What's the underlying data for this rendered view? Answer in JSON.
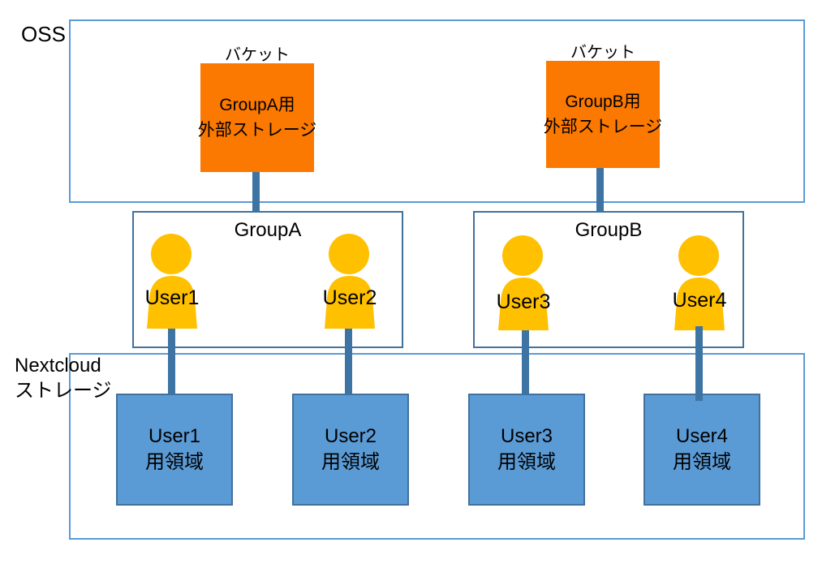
{
  "oss": {
    "label": "OSS"
  },
  "nextcloud": {
    "label_line1": "Nextcloud",
    "label_line2": "ストレージ"
  },
  "buckets": [
    {
      "caption": "バケット",
      "line1": "GroupA用",
      "line2": "外部ストレージ"
    },
    {
      "caption": "バケット",
      "line1": "GroupB用",
      "line2": "外部ストレージ"
    }
  ],
  "groups": [
    {
      "label": "GroupA",
      "users": [
        "User1",
        "User2"
      ]
    },
    {
      "label": "GroupB",
      "users": [
        "User3",
        "User4"
      ]
    }
  ],
  "storages": [
    {
      "line1": "User1",
      "line2": "用領域"
    },
    {
      "line1": "User2",
      "line2": "用領域"
    },
    {
      "line1": "User3",
      "line2": "用領域"
    },
    {
      "line1": "User4",
      "line2": "用領域"
    }
  ],
  "colors": {
    "orange": "#FB7900",
    "gold": "#FFC000",
    "blue-fill": "#5B9BD5",
    "blue-border": "#41719C",
    "light-border": "#5B9BD5",
    "connector": "#3E74A3",
    "text": "#000000"
  }
}
